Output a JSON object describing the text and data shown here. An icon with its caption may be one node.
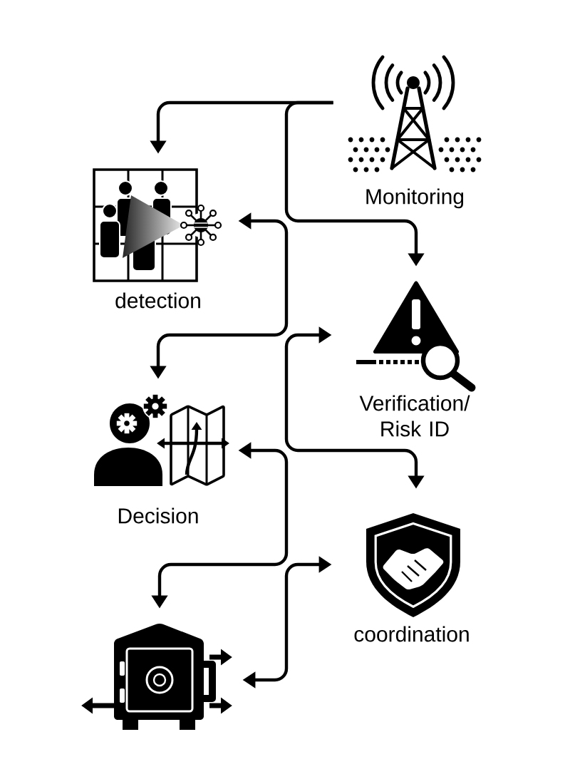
{
  "diagram": {
    "nodes": [
      {
        "text": [
          "Monitoring"
        ]
      },
      {
        "text": [
          "detection"
        ]
      },
      {
        "text": [
          "Verification/ Risk ID"
        ]
      },
      {
        "text": [
          "Decision"
        ]
      },
      {
        "text": [
          "coordination"
        ]
      },
      {
        "text": [],
        "shape": "picture"
      }
    ],
    "edges": [
      {
        "from": 0,
        "to": 1,
        "arrow": "to"
      },
      {
        "from": 0,
        "to": 2,
        "arrow": "to"
      },
      {
        "from": 1,
        "to": 3,
        "arrow": "both"
      },
      {
        "from": 2,
        "to": 4,
        "arrow": "both"
      },
      {
        "from": 3,
        "to": 5,
        "arrow": "both"
      },
      {
        "from": 4,
        "to": 5,
        "arrow": "both"
      }
    ]
  }
}
